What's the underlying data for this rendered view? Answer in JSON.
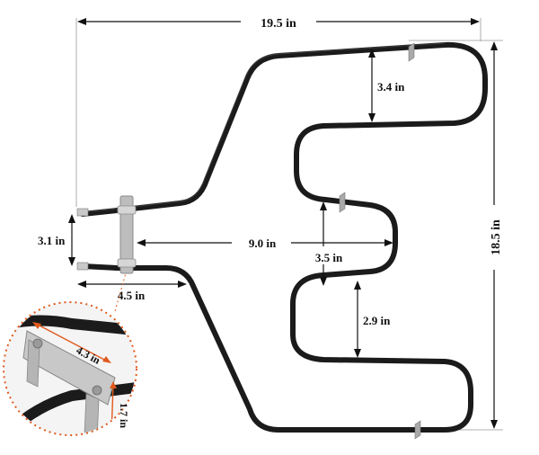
{
  "colors": {
    "element": "#1b1b1b",
    "bracket": "#bdbdbd",
    "dimension": "#111111",
    "callout_border": "#e05a1c",
    "background": "#ffffff"
  },
  "dimensions": {
    "overall_width": "19.5 in",
    "overall_height": "18.5 in",
    "top_loop_height": "3.4 in",
    "middle_gap": "3.5 in",
    "lower_loop_height": "2.9 in",
    "bracket_to_center": "9.0 in",
    "terminal_spacing": "3.1 in",
    "terminal_length": "4.5 in",
    "bracket_length": "4.3 in",
    "bracket_height": "1.7 in"
  },
  "icons": {
    "callout": "magnified-bracket-detail"
  }
}
